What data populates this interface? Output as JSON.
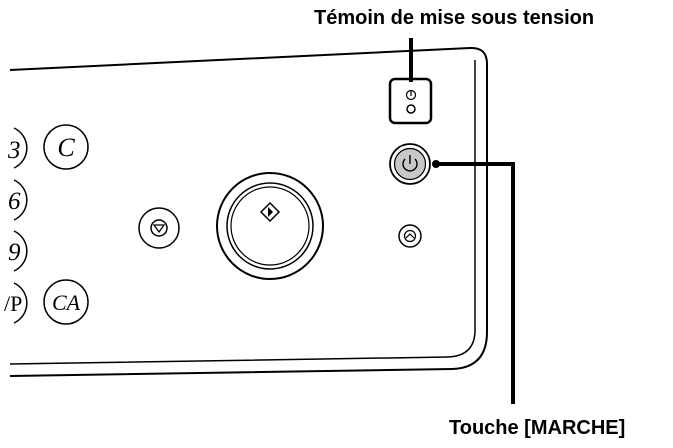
{
  "callouts": {
    "power_indicator": "Témoin de mise sous tension",
    "power_key": "Touche [MARCHE]"
  },
  "keys": {
    "row1_digit": "3",
    "row1_clear": "C",
    "row2_digit": "6",
    "row3_digit": "9",
    "row4_partial": "/P",
    "row4_clear_all": "CA"
  },
  "icons": {
    "stop": "stop-icon",
    "start": "start-icon",
    "power": "power-icon",
    "power_save": "power-save-icon",
    "indicator": "power-indicator-icon"
  },
  "colors": {
    "power_key_fill": "#c8c8c8",
    "line": "#000000"
  }
}
